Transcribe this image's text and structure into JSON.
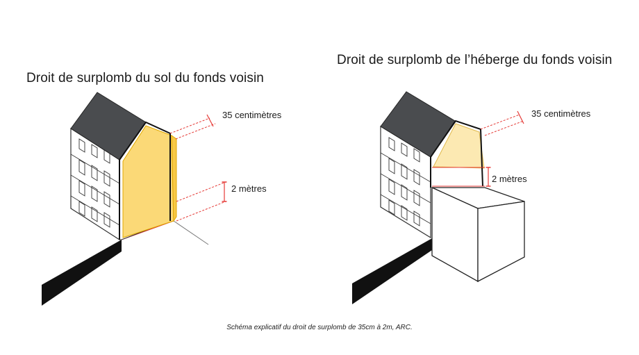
{
  "left_panel": {
    "title": "Droit de surplomb du sol du fonds voisin",
    "dim_top": "35 centimètres",
    "dim_bottom": "2 mètres"
  },
  "right_panel": {
    "title": "Droit de surplomb de l’héberge du fonds voisin",
    "dim_top": "35 centimètres",
    "dim_bottom": "2 mètres"
  },
  "caption": "Schéma explicatif du droit de surplomb de 35cm à 2m, ARC.",
  "colors": {
    "overhang_fill": "#fbd977",
    "overhang_fill_light": "#fce9b2",
    "roof": "#4a4c4f",
    "ground": "#111111",
    "dimension_line": "#e53935"
  }
}
